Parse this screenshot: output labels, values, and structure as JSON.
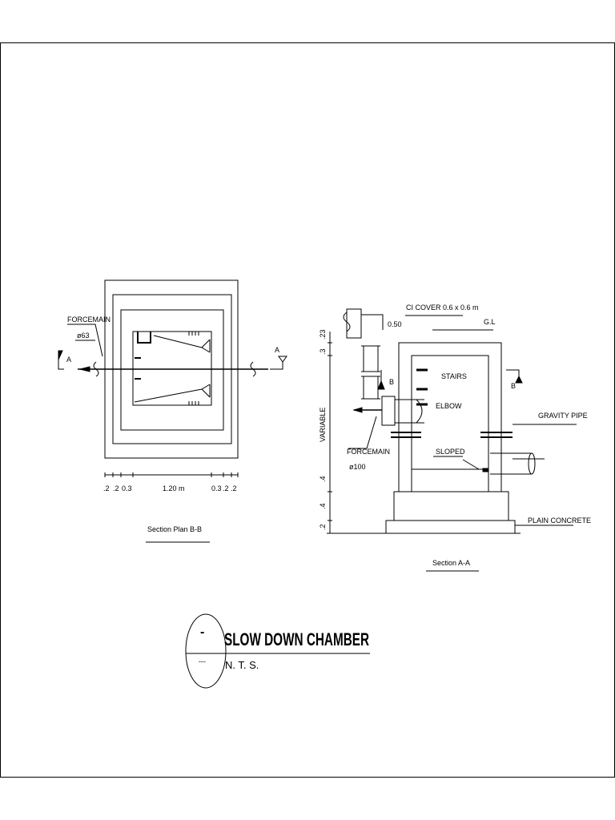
{
  "plan": {
    "forcemain_label": "FORCEMAIN",
    "forcemain_size": "ø63",
    "section_mark_left": "A",
    "section_mark_right": "A",
    "dims": [
      ".2",
      ".2",
      "0.3",
      "1.20 m",
      "0.3",
      ".2",
      ".2"
    ],
    "caption": "Section Plan B-B"
  },
  "section": {
    "cover_label": "CI COVER 0.6 x 0.6 m",
    "gl_label": "G.L",
    "cover_height": "0.50",
    "section_mark_left": "B",
    "section_mark_right": "B",
    "stairs_label": "STAIRS",
    "elbow_label": "ELBOW",
    "gravity_pipe_label": "GRAVITY PIPE",
    "forcemain_label": "FORCEMAIN",
    "forcemain_size": "ø100",
    "sloped_label": "SLOPED",
    "plain_concrete_label": "PLAIN CONCRETE",
    "vertical_dims": [
      ".23",
      ".3",
      "VARIABLE",
      ".4",
      ".4",
      ".2"
    ],
    "caption": "Section A-A"
  },
  "title_block": {
    "title": "SLOW DOWN CHAMBER",
    "scale": "N. T. S.",
    "mark_top": "-",
    "mark_bottom": "---"
  }
}
